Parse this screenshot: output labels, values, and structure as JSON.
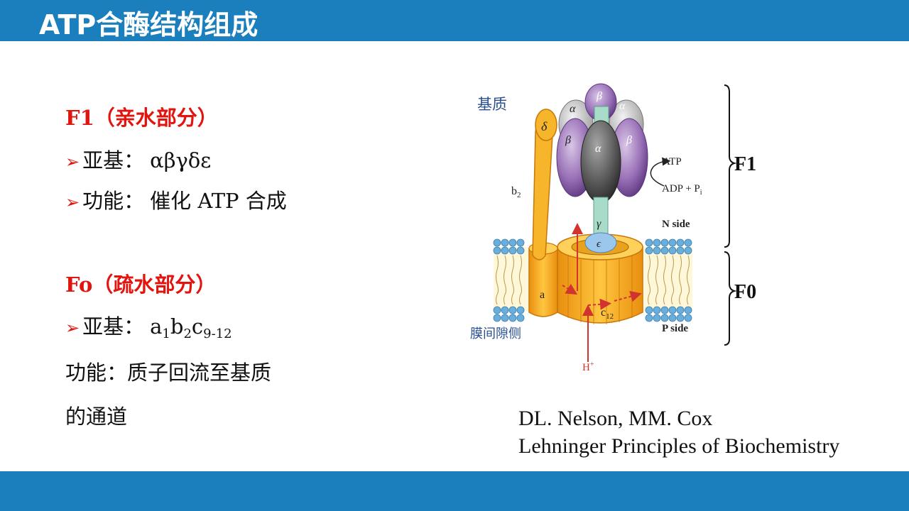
{
  "title": "ATP合酶结构组成",
  "f1": {
    "heading": "F1（亲水部分）",
    "subunits_label": "亚基：",
    "subunits_value": "αβγδε",
    "function_label": "功能：",
    "function_value": "催化 ATP 合成"
  },
  "fo": {
    "heading": "Fo（疏水部分）",
    "subunits_label": "亚基：",
    "subunits_a": "a",
    "subunits_a_sub": "1",
    "subunits_b": "b",
    "subunits_b_sub": "2",
    "subunits_c": "c",
    "subunits_c_sub": "9-12",
    "function_line1": "功能：质子回流至基质",
    "function_line2": "的通道"
  },
  "bullet_icon": "right-triangle-arrow",
  "diagram": {
    "matrix_label": "基质",
    "intermembrane_label": "膜间隙侧",
    "delta": "δ",
    "b2": "b",
    "b2_sub": "2",
    "alpha": "α",
    "beta": "β",
    "gamma": "γ",
    "epsilon": "ϵ",
    "a_label": "a",
    "c12": "c",
    "c12_sub": "12",
    "atp": "ATP",
    "adp": "ADP + P",
    "adp_sub": "i",
    "n_side": "N side",
    "p_side": "P side",
    "proton": "H",
    "proton_sup": "+",
    "f1_brace": "F1",
    "f0_brace": "F0"
  },
  "citation": {
    "line1": "DL. Nelson, MM. Cox",
    "line2": "Lehninger Principles of Biochemistry"
  },
  "colors": {
    "header": "#1b7fbd",
    "accent_red": "#e1140f",
    "purple": "#7a4a9a",
    "orange": "#f2a21a",
    "membrane_blue": "#5fa6d6"
  }
}
